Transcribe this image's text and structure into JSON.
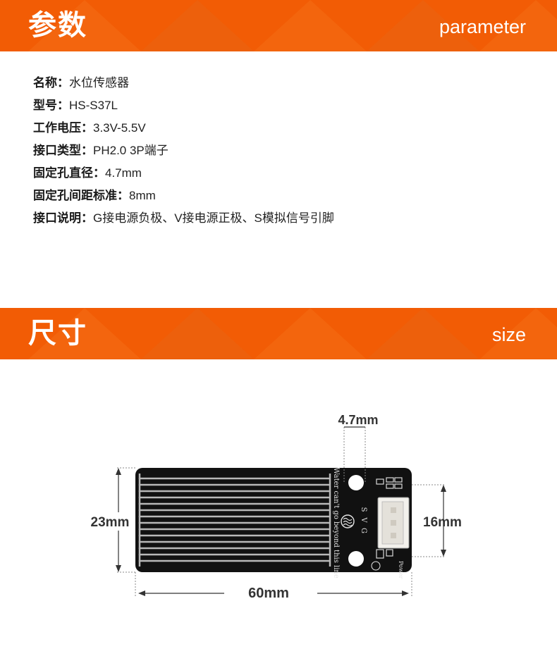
{
  "sections": {
    "params": {
      "title_zh": "参数",
      "title_en": "parameter"
    },
    "size": {
      "title_zh": "尺寸",
      "title_en": "size"
    }
  },
  "specs": [
    {
      "label": "名称：",
      "value": "水位传感器"
    },
    {
      "label": "型号：",
      "value": "HS-S37L"
    },
    {
      "label": "工作电压：",
      "value": "3.3V-5.5V"
    },
    {
      "label": "接口类型：",
      "value": "PH2.0 3P端子"
    },
    {
      "label": "固定孔直径：",
      "value": "4.7mm"
    },
    {
      "label": "固定孔间距标准：",
      "value": "8mm"
    },
    {
      "label": "接口说明：",
      "value": "G接电源负极、V接电源正极、S模拟信号引脚"
    }
  ],
  "dimensions": {
    "hole": "4.7mm",
    "height": "23mm",
    "connector_span": "16mm",
    "width": "60mm"
  },
  "board": {
    "silkscreen_text": "Water can't go beyond this line",
    "pins": [
      "S",
      "V",
      "G"
    ],
    "power_label": "Power"
  },
  "colors": {
    "banner": "#f25c05",
    "banner_light": "#f47b1f",
    "board": "#111111",
    "trace": "#b8b8b8"
  }
}
